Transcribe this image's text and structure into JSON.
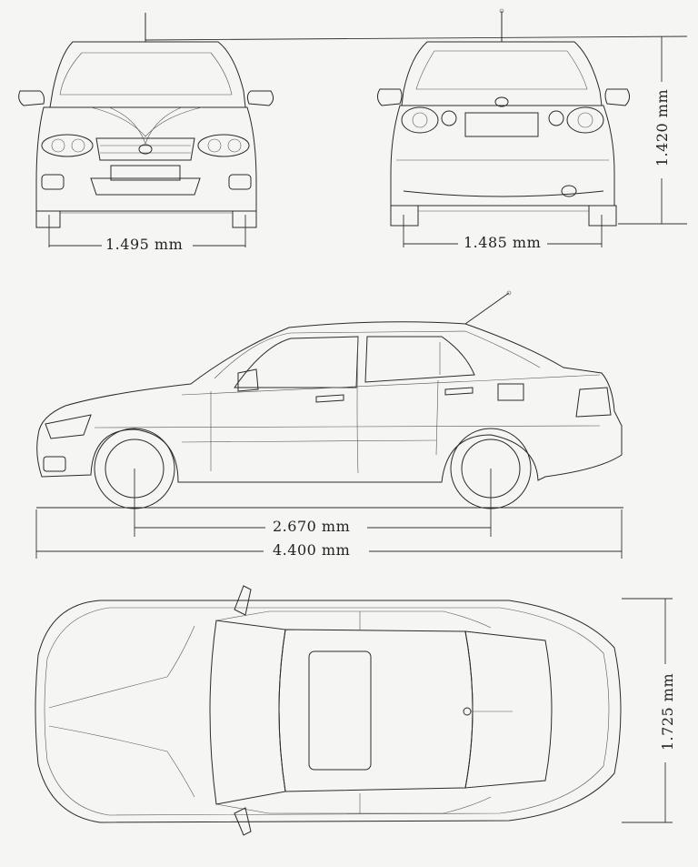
{
  "dimensions": {
    "front_track": "1.495 mm",
    "rear_track": "1.485 mm",
    "height": "1.420 mm",
    "wheelbase": "2.670 mm",
    "length": "4.400 mm",
    "width": "1.725 mm"
  },
  "views": {
    "front": "front-view",
    "rear": "rear-view",
    "side": "side-view",
    "top": "top-view"
  }
}
